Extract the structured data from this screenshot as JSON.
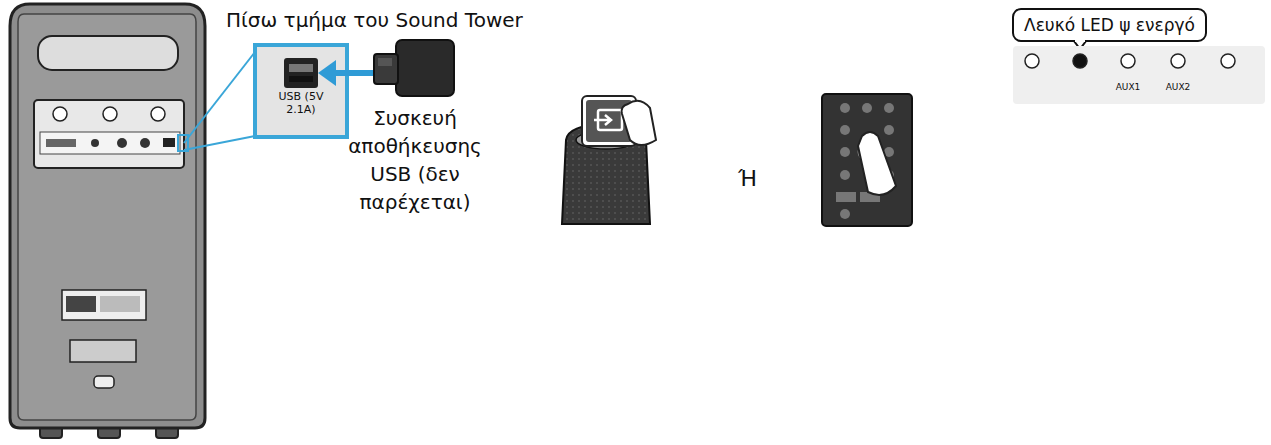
{
  "diagram": {
    "nodes": [
      {
        "text": [
          "USB (5V 2.1A)"
        ]
      },
      {
        "text": [
          "Λευκό LED ψ ενεργό"
        ]
      },
      {
        "text": [
          "AUX1",
          "AUX2"
        ]
      }
    ],
    "labels": [
      "Πίσω τμήμα του Sound Tower",
      "Συσκευή αποθήκευσης USB (δεν παρέχεται)",
      "Ή"
    ]
  }
}
